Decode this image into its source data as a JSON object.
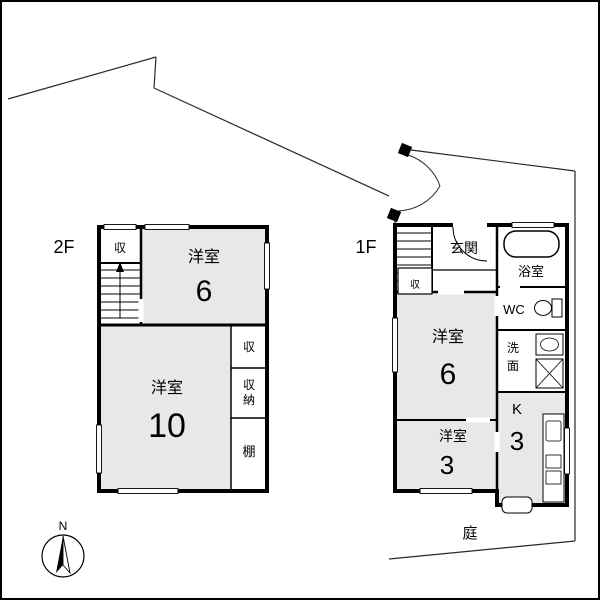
{
  "labels": {
    "floor2": "2F",
    "floor1": "1F",
    "garden": "庭",
    "north": "N"
  },
  "floor2": {
    "closet_top": "収",
    "room6_name": "洋室",
    "room6_size": "6",
    "room10_name": "洋室",
    "room10_size": "10",
    "closet_right": "収",
    "storage_char1": "収",
    "storage_char2": "納",
    "shelf": "棚"
  },
  "floor1": {
    "entrance": "玄関",
    "bathroom": "浴室",
    "closet": "収",
    "toilet": "WC",
    "washroom_char1": "洗",
    "washroom_char2": "面",
    "room6_name": "洋室",
    "room6_size": "6",
    "room3_name": "洋室",
    "room3_size": "3",
    "kitchen": "K",
    "kitchen_size": "3"
  },
  "colors": {
    "wall": "#000000",
    "room_fill": "#e8e8e8",
    "boundary_line": "#2a2a2a",
    "background": "#ffffff"
  }
}
